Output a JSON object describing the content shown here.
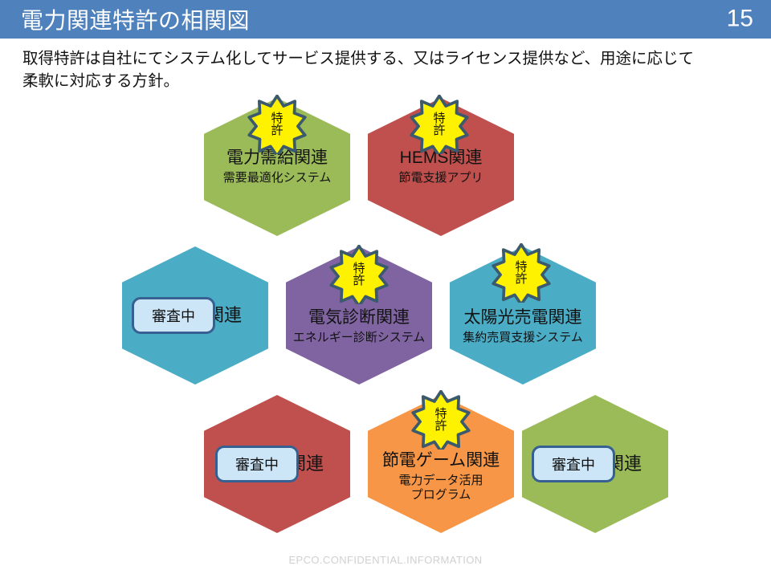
{
  "slide": {
    "title": "電力関連特許の相関図",
    "number": "15",
    "title_bar_color": "#4F81BD",
    "lead_paragraph": "取得特許は自社にてシステム化してサービス提供する、又はライセンス提供など、用途に応じて\n柔軟に対応する方針。",
    "footer": "EPCO.CONFIDENTIAL.INFORMATION"
  },
  "badges": {
    "patent_label_line1": "特",
    "patent_label_line2": "許",
    "patent_star_fill": "#FFF200",
    "patent_star_stroke": "#3C5A6E",
    "review_label": "審査中",
    "review_fill": "#CDE6F7",
    "review_border": "#376092"
  },
  "honeycomb": {
    "cells": [
      {
        "id": "power-supply-demand",
        "title": "電力需給関連",
        "subtitle": "需要最適化システム",
        "color": "#9BBB59",
        "has_patent_star": true,
        "has_review_badge": false
      },
      {
        "id": "hems",
        "title": "HEMS関連",
        "subtitle": "節電支援アプリ",
        "color": "#C0504D",
        "has_patent_star": true,
        "has_review_badge": false
      },
      {
        "id": "teal-review-left",
        "title": "関連",
        "subtitle": "",
        "color": "#4BACC6",
        "has_patent_star": false,
        "has_review_badge": true
      },
      {
        "id": "electric-diagnosis",
        "title": "電気診断関連",
        "subtitle": "エネルギー診断システム",
        "color": "#8064A2",
        "has_patent_star": true,
        "has_review_badge": false
      },
      {
        "id": "solar-power-sale",
        "title": "太陽光売電関連",
        "subtitle": "集約売買支援システム",
        "color": "#4BACC6",
        "has_patent_star": true,
        "has_review_badge": false
      },
      {
        "id": "red-review-bottom",
        "title": "関連",
        "subtitle": "",
        "color": "#C0504D",
        "has_patent_star": false,
        "has_review_badge": true
      },
      {
        "id": "power-saving-game",
        "title": "節電ゲーム関連",
        "subtitle": "電力データ活用\nプログラム",
        "color": "#F79646",
        "has_patent_star": true,
        "has_review_badge": false
      },
      {
        "id": "green-review-bottom",
        "title": "関連",
        "subtitle": "",
        "color": "#9BBB59",
        "has_patent_star": false,
        "has_review_badge": true
      }
    ]
  }
}
